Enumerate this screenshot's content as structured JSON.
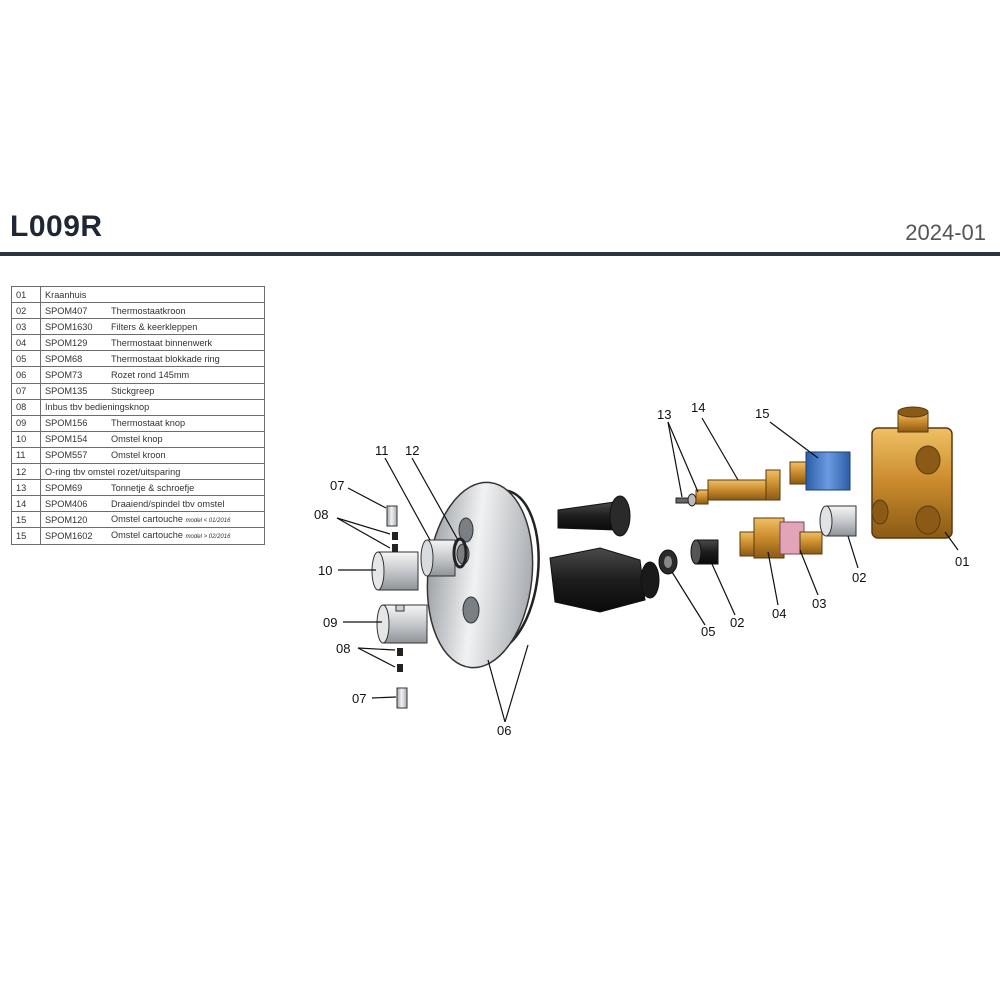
{
  "header": {
    "title": "L009R",
    "date": "2024-01"
  },
  "parts": [
    {
      "num": "01",
      "code": "",
      "desc": "Kraanhuis",
      "note": ""
    },
    {
      "num": "02",
      "code": "SPOM407",
      "desc": "Thermostaatkroon",
      "note": ""
    },
    {
      "num": "03",
      "code": "SPOM1630",
      "desc": "Filters & keerkleppen",
      "note": ""
    },
    {
      "num": "04",
      "code": "SPOM129",
      "desc": "Thermostaat binnenwerk",
      "note": ""
    },
    {
      "num": "05",
      "code": "SPOM68",
      "desc": "Thermostaat blokkade ring",
      "note": ""
    },
    {
      "num": "06",
      "code": "SPOM73",
      "desc": "Rozet rond 145mm",
      "note": ""
    },
    {
      "num": "07",
      "code": "SPOM135",
      "desc": "Stickgreep",
      "note": ""
    },
    {
      "num": "08",
      "code": "",
      "desc": "Inbus tbv bedieningsknop",
      "note": ""
    },
    {
      "num": "09",
      "code": "SPOM156",
      "desc": "Thermostaat knop",
      "note": ""
    },
    {
      "num": "10",
      "code": "SPOM154",
      "desc": "Omstel knop",
      "note": ""
    },
    {
      "num": "11",
      "code": "SPOM557",
      "desc": "Omstel kroon",
      "note": ""
    },
    {
      "num": "12",
      "code": "",
      "desc": "O-ring tbv omstel rozet/uitsparing",
      "note": ""
    },
    {
      "num": "13",
      "code": "SPOM69",
      "desc": "Tonnetje & schroefje",
      "note": ""
    },
    {
      "num": "14",
      "code": "SPOM406",
      "desc": "Draaiend/spindel tbv omstel",
      "note": ""
    },
    {
      "num": "15",
      "code": "SPOM120",
      "desc": "Omstel cartouche",
      "note": "model < 01/2016"
    },
    {
      "num": "15",
      "code": "SPOM1602",
      "desc": "Omstel cartouche",
      "note": "model > 02/2016"
    }
  ],
  "callouts": {
    "c07a": "07",
    "c08a": "08",
    "c10": "10",
    "c11": "11",
    "c12": "12",
    "c09": "09",
    "c08b": "08",
    "c07b": "07",
    "c06": "06",
    "c13": "13",
    "c14": "14",
    "c15": "15",
    "c05": "05",
    "c02a": "02",
    "c04": "04",
    "c03": "03",
    "c02b": "02",
    "c01": "01"
  },
  "colors": {
    "rule": "#2b3441",
    "brass": "#c98a2c",
    "blue": "#3f78c9",
    "chrome": "#bfc3c7"
  }
}
